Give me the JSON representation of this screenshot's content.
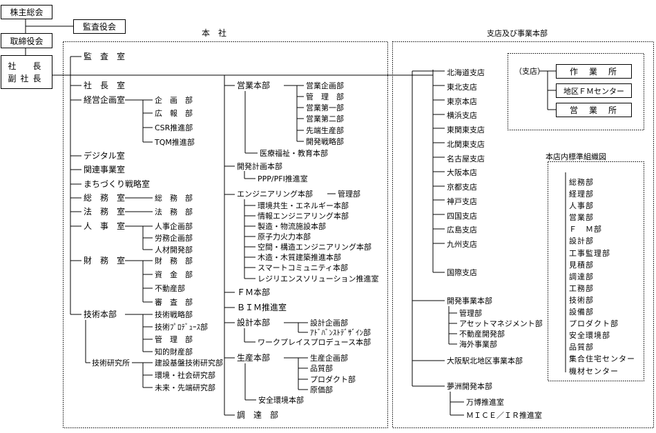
{
  "exec": {
    "shareholders": "株主総会",
    "auditors": "監査役会",
    "board": "取締役会",
    "president": "社　長",
    "vice_president": "副社長"
  },
  "sections": {
    "head_office": "本　社",
    "branches": "支店及び事業本部"
  },
  "hq": {
    "audit": "監　査　室",
    "president_office": "社　長　室",
    "corp_planning": "経営企画室",
    "corp_planning_children": [
      "企　画　部",
      "広　報　部",
      "CSR推進部",
      "TQM推進部"
    ],
    "digital": "デジタル室",
    "affiliates": "関連事業室",
    "town": "まちづくり戦略室",
    "general_affairs": "総　務　室",
    "general_affairs_child": "総　務　部",
    "legal": "法　務　室",
    "legal_child": "法　務　部",
    "hr": "人　事　室",
    "hr_children": [
      "人事企画部",
      "労務企画部",
      "人材開発部"
    ],
    "finance": "財　務　室",
    "finance_children": [
      "財　務　部",
      "資　金　部",
      "不動産部",
      "審　査　部"
    ],
    "tech": "技術本部",
    "tech_children": [
      "技術戦略部",
      "技術ﾌﾟﾛﾃﾞｭｰｽ部",
      "管　理　部",
      "知的財産部"
    ],
    "research": "技術研究所",
    "research_children": [
      "建設基盤技術研究部",
      "環境・社会研究部",
      "未来・先端研究部"
    ],
    "sales_hq": "営業本部",
    "sales_children": [
      "営業企画部",
      "管　理　部",
      "営業第一部",
      "営業第二部",
      "先端生産部",
      "開発戦略部"
    ],
    "medical": "医療福祉・教育本部",
    "dev_planning": "開発計画本部",
    "ppp": "PPP/PFI推進室",
    "engineering": "エンジニアリング本部",
    "eng_admin": "管理部",
    "eng_children": [
      "環境共生・エネルギー本部",
      "情報エンジニアリング本部",
      "製造・物流施設本部",
      "原子力火力本部",
      "空間・構造エンジニアリング本部",
      "木造・木質建築推進本部",
      "スマートコミュニティ本部",
      "レジリエンスソリューション推進室"
    ],
    "fm": "ＦＭ本部",
    "bim": "ＢＩＭ推進室",
    "design": "設計本部",
    "design_children": [
      "設計企画部",
      "ｱﾄﾞﾊﾞﾝｽﾄﾃﾞｻﾞｲﾝ部"
    ],
    "workplace": "ワークプレイスプロデュース本部",
    "production": "生産本部",
    "production_children": [
      "生産企画部",
      "品質部",
      "プロダクト部",
      "原価部"
    ],
    "safety": "安全環境本部",
    "procurement": "調　達　部"
  },
  "branches": {
    "list": [
      "北海道支店",
      "東北支店",
      "東京本店",
      "横浜支店",
      "東関東支店",
      "北関東支店",
      "名古屋支店",
      "大阪本店",
      "京都支店",
      "神戸支店",
      "四国支店",
      "広島支店",
      "九州支店"
    ],
    "international": "国際支店",
    "dev_business": "開発事業本部",
    "dev_business_children": [
      "管理部",
      "アセットマネジメント部",
      "不動産開発部",
      "海外事業部"
    ],
    "osaka_north": "大阪駅北地区事業本部",
    "yumeshima": "夢洲開発本部",
    "yumeshima_children": [
      "万博推進室",
      "ＭＩＣＥ／ＩＲ推進室"
    ]
  },
  "branch_org": {
    "label": "（支店）",
    "boxes": [
      "作　業　所",
      "地区ＦＭセンター",
      "営　業　所"
    ]
  },
  "std_org": {
    "title": "本店内標準組織図",
    "items": [
      "総務部",
      "経理部",
      "人事部",
      "営業部",
      "Ｆ　Ｍ部",
      "設計部",
      "工事監理部",
      "見積部",
      "調達部",
      "工務部",
      "技術部",
      "設備部",
      "プロダクト部",
      "安全環境部",
      "品質部",
      "集合住宅センター",
      "機材センター"
    ]
  }
}
